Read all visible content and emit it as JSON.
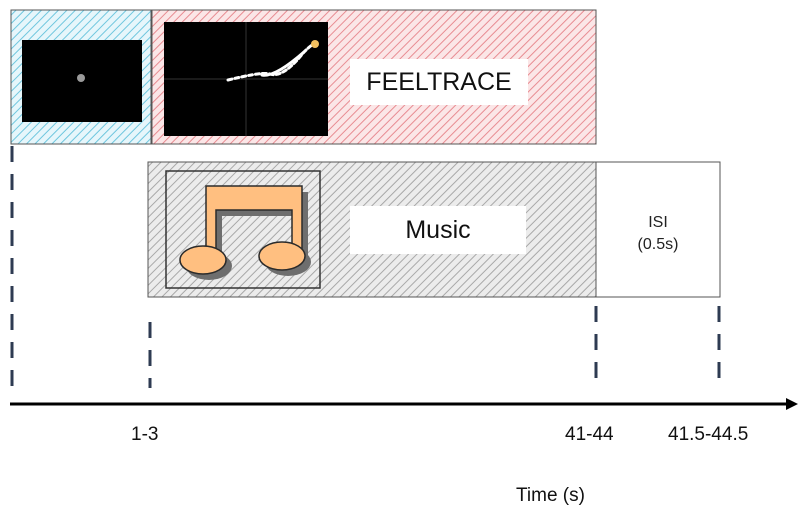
{
  "trial": {
    "feeltrace_label": "FEELTRACE",
    "music_label": "Music",
    "isi_label": "ISI",
    "isi_duration": "(0.5s)"
  },
  "timeline": {
    "ticks": [
      "1-3",
      "41-44",
      "41.5-44.5"
    ],
    "axis_label": "Time (s)"
  },
  "colors": {
    "fixation_panel": "#a8dcec",
    "feeltrace_panel": "#f0a4a8",
    "music_panel": "#c8c8c8",
    "note_fill": "#ffbf80",
    "dash": "#2e3b52"
  },
  "icons": [
    "fixation-cross-screen",
    "feeltrace-screen",
    "music-note-icon"
  ]
}
